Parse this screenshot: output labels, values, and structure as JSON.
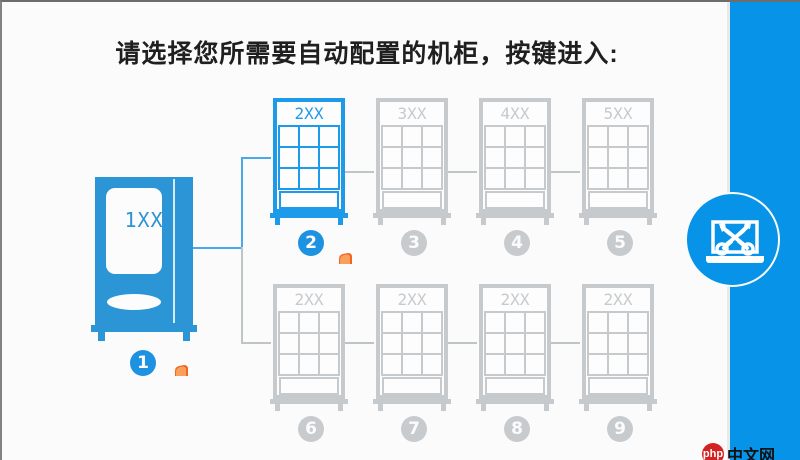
{
  "title": "请选择您所需要自动配置的机柜，按键进入:",
  "colors": {
    "accent_blue": "#0693e8",
    "cabinet_blue": "#1d9bea",
    "machine_blue": "#2b95d6",
    "inactive_gray": "#c6cacd",
    "badge_gray": "#c8cbce",
    "background": "#fbfbfb",
    "connector_gray": "#bfc4c7",
    "connector_blue": "#4aa9e8",
    "cursor_orange": "#f26522",
    "watermark_red": "#d42121"
  },
  "main_machine": {
    "label": "1XX",
    "badge": "1",
    "active": true
  },
  "cabinets_row_top": [
    {
      "label": "2XX",
      "badge": "2",
      "active": true
    },
    {
      "label": "3XX",
      "badge": "3",
      "active": false
    },
    {
      "label": "4XX",
      "badge": "4",
      "active": false
    },
    {
      "label": "5XX",
      "badge": "5",
      "active": false
    }
  ],
  "cabinets_row_bottom": [
    {
      "label": "2XX",
      "badge": "6",
      "active": false
    },
    {
      "label": "2XX",
      "badge": "7",
      "active": false
    },
    {
      "label": "2XX",
      "badge": "8",
      "active": false
    },
    {
      "label": "2XX",
      "badge": "9",
      "active": false
    }
  ],
  "tool_icon": {
    "name": "laptop-tools-icon"
  },
  "watermark": {
    "logo_text": "php",
    "text": "中文网"
  }
}
